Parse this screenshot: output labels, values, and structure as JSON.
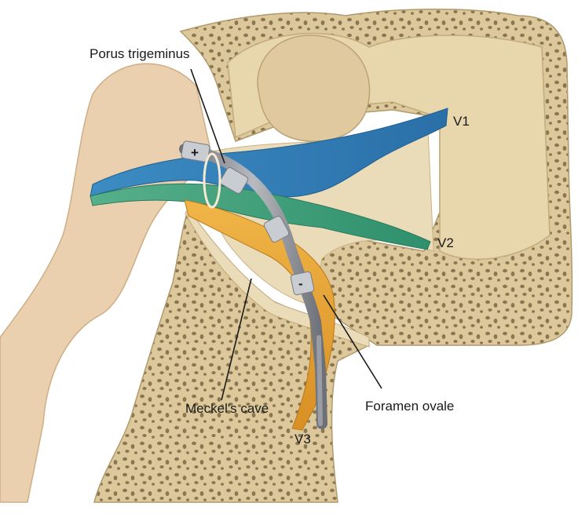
{
  "labels": {
    "porus_trigeminus": "Porus trigeminus",
    "v1": "V1",
    "v2": "V2",
    "v3": "V3",
    "meckels_cave": "Meckel's cave",
    "foramen_ovale": "Foramen ovale",
    "electrode_plus": "+",
    "electrode_minus": "-"
  },
  "colors": {
    "bone": "#e3d2a9",
    "bone_shadow": "#cdb88a",
    "bone_pore": "#8a7652",
    "cave_interior": "#eadbb9",
    "skin": "#ead0ae",
    "nerve_v1": "#2f7fb8",
    "nerve_v2": "#3fa07c",
    "nerve_v3": "#e8a63a",
    "electrode": "#8b8f95",
    "leader_line": "#1a1a1a"
  }
}
